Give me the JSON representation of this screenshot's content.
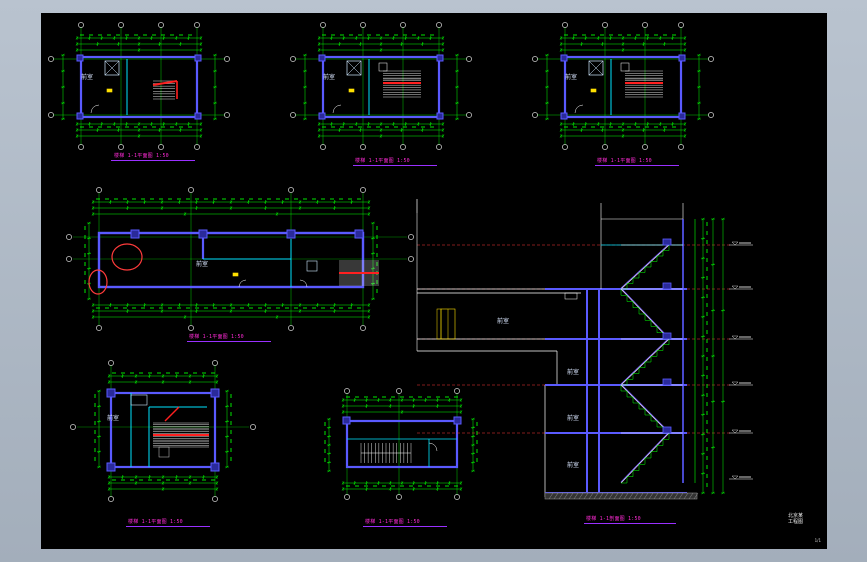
{
  "drawing": {
    "plan_captions": [
      "楼梯 1-1平面图 1:50",
      "楼梯 1-1平面图 1:50",
      "楼梯 1-1平面图 1:50",
      "楼梯 1-1平面图 1:50",
      "楼梯 1-1平面图 1:50",
      "楼梯 1-1平面图 1:50"
    ],
    "section_caption": "楼梯 1-1剖面图 1:50",
    "room_label": "前室",
    "title_block": [
      "北京某",
      "工程图"
    ],
    "sheet_number": "1/1",
    "colors": {
      "background": "#000000",
      "dimension": "#00ff00",
      "wall": "#5a5aff",
      "wall_fill": "#2a2a9a",
      "stair": "#ff2020",
      "axis": "#ff3b3b",
      "caption": "#ff2bd6",
      "cyan": "#00e5ff",
      "yellow": "#ffe000"
    }
  }
}
